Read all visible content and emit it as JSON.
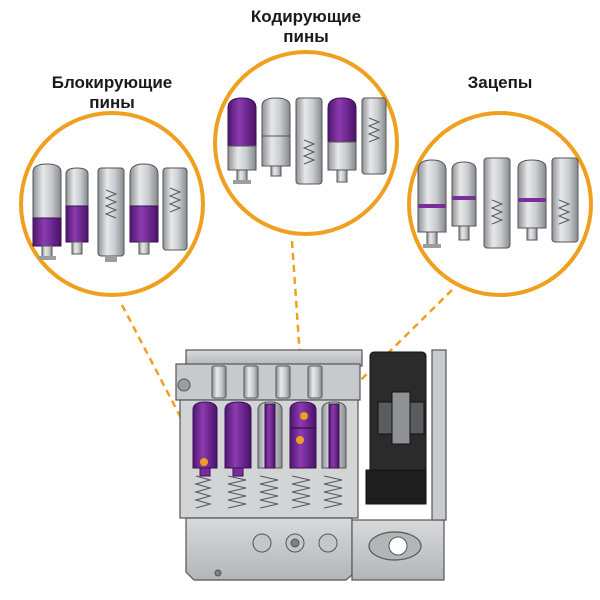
{
  "callouts": {
    "blocking": {
      "line1": "Блокирующие",
      "line2": "пины"
    },
    "coding": {
      "line1": "Кодирующие",
      "line2": "пины"
    },
    "hooks": {
      "line1": "Зацепы"
    }
  },
  "colors": {
    "ring": "#f0a020",
    "accent": "#7b2d9b",
    "metal": "#b9bcbf",
    "metal_dark": "#7d8084",
    "cam": "#2b2b2b"
  }
}
